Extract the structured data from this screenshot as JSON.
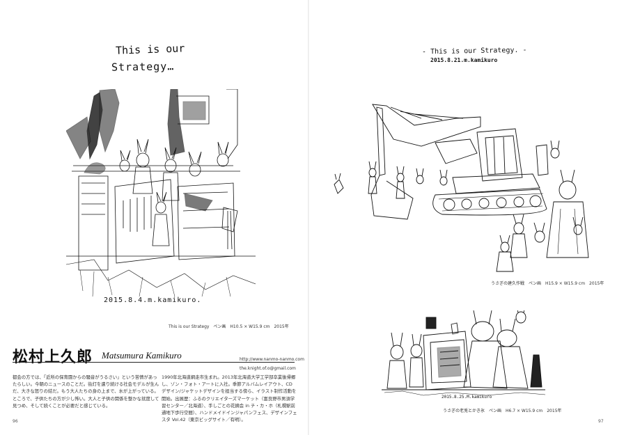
{
  "left_page": {
    "title_line1": "This is our",
    "title_line2": "Strategy…",
    "signature": "2015.8.4.m.kamikuro.",
    "caption": "This is our Strategy　ペン画　H10.5 × W15.9 cm　2015年",
    "artist_name_jp": "松村上久郎",
    "artist_name_en": "Matsumura Kamikuro",
    "website": "http://www.nanmo-nanmo.com",
    "email": "the.knight.of.o@gmail.com",
    "statement_lines": [
      "都会の方では、「近所の保育園からの騒音がうるさい」という苦情があっ",
      "たらしい。今朝のニュースのことだ。街灯を遣り続ける社会モデルが生ん",
      "だ、大きな怒りの結だ。もう大人たちの身の上まで、水が上がっている。",
      "ところで、子供たちの方が少し怖い。大人と子供の関係を整かな就度して",
      "見つめ、そして続くことが必要だと感じている。"
    ],
    "bio_lines": [
      "1990年北海道網走市生まれ。2013年北海道大学工学部卒業後帰郷",
      "し、ゾン・フォト・アートに入社。季節アルバムレイアウト、CD",
      "デザイン/ジャケットデザインを担当する傍ら、イラスト制作活動を",
      "開始。出展歴：ふるのクリエイターズマーケット（富良野市男須学",
      "習センター／北海道）、手しごとの花摘会 in チ・カ・ホ（札幌駅前",
      "通地下歩行空間）、ハンドメイドインジャパンフェス、デザインフェ",
      "スタ Vol.42（東京ビッグサイト／有明）。"
    ],
    "page_number": "96"
  },
  "right_page": {
    "title": "- This is our Strategy. -",
    "signature": "2015.8.21.m.kamikuro",
    "caption_top": "うさぎの建久作戦　ペン画　H15.9 × W15.9 cm　2015年",
    "signature_bottom": "2015.8.25.M.kamikuro",
    "caption_bottom": "うさぎの老兎とかき氷　ペン画　H6.7 × W15.9 cm　2015年",
    "page_number": "97"
  }
}
